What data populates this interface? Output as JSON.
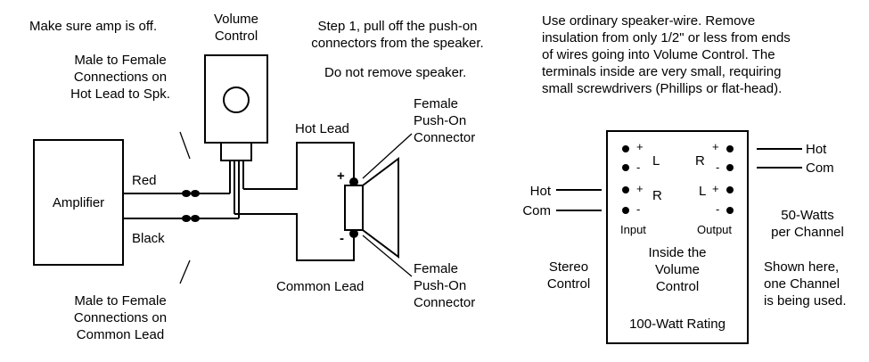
{
  "left": {
    "amp_off_note": "Make sure amp is off.",
    "volume_control_label": [
      "Volume",
      "Control"
    ],
    "step1_note": "Step 1, pull off the push-on connectors from the speaker.",
    "do_not_remove_note": "Do  not remove speaker.",
    "male_female_hot": [
      "Male to Female",
      "Connections on",
      "Hot Lead to Spk."
    ],
    "male_female_common": [
      "Male to Female",
      "Connections on",
      "Common Lead"
    ],
    "amplifier_label": "Amplifier",
    "red_label": "Red",
    "black_label": "Black",
    "hot_lead_label": "Hot Lead",
    "common_lead_label": "Common Lead",
    "female_top": [
      "Female",
      "Push-On",
      "Connector"
    ],
    "female_bottom": [
      "Female",
      "Push-On",
      "Connector"
    ],
    "plus_sign": "+",
    "minus_sign": "-"
  },
  "right": {
    "instructions": [
      "Use ordinary speaker-wire.  Remove",
      "insulation from only 1/2\" or less from ends",
      "of wires going into Volume Control.  The",
      "terminals inside are very small, requiring",
      "small screwdrivers (Phillips or flat-head)."
    ],
    "input_hot": "Hot",
    "input_com": "Com",
    "output_hot": "Hot",
    "output_com": "Com",
    "plus": "+",
    "minus": "-",
    "channel_L": "L",
    "channel_R": "R",
    "input_label": "Input",
    "output_label": "Output",
    "inside_label": [
      "Inside the",
      "Volume",
      "Control"
    ],
    "rating_label": "100-Watt Rating",
    "stereo_control": [
      "Stereo",
      "Control"
    ],
    "watts_note": [
      "50-Watts",
      "per Channel"
    ],
    "shown_note": [
      "Shown here,",
      "one Channel",
      "is being used."
    ]
  }
}
